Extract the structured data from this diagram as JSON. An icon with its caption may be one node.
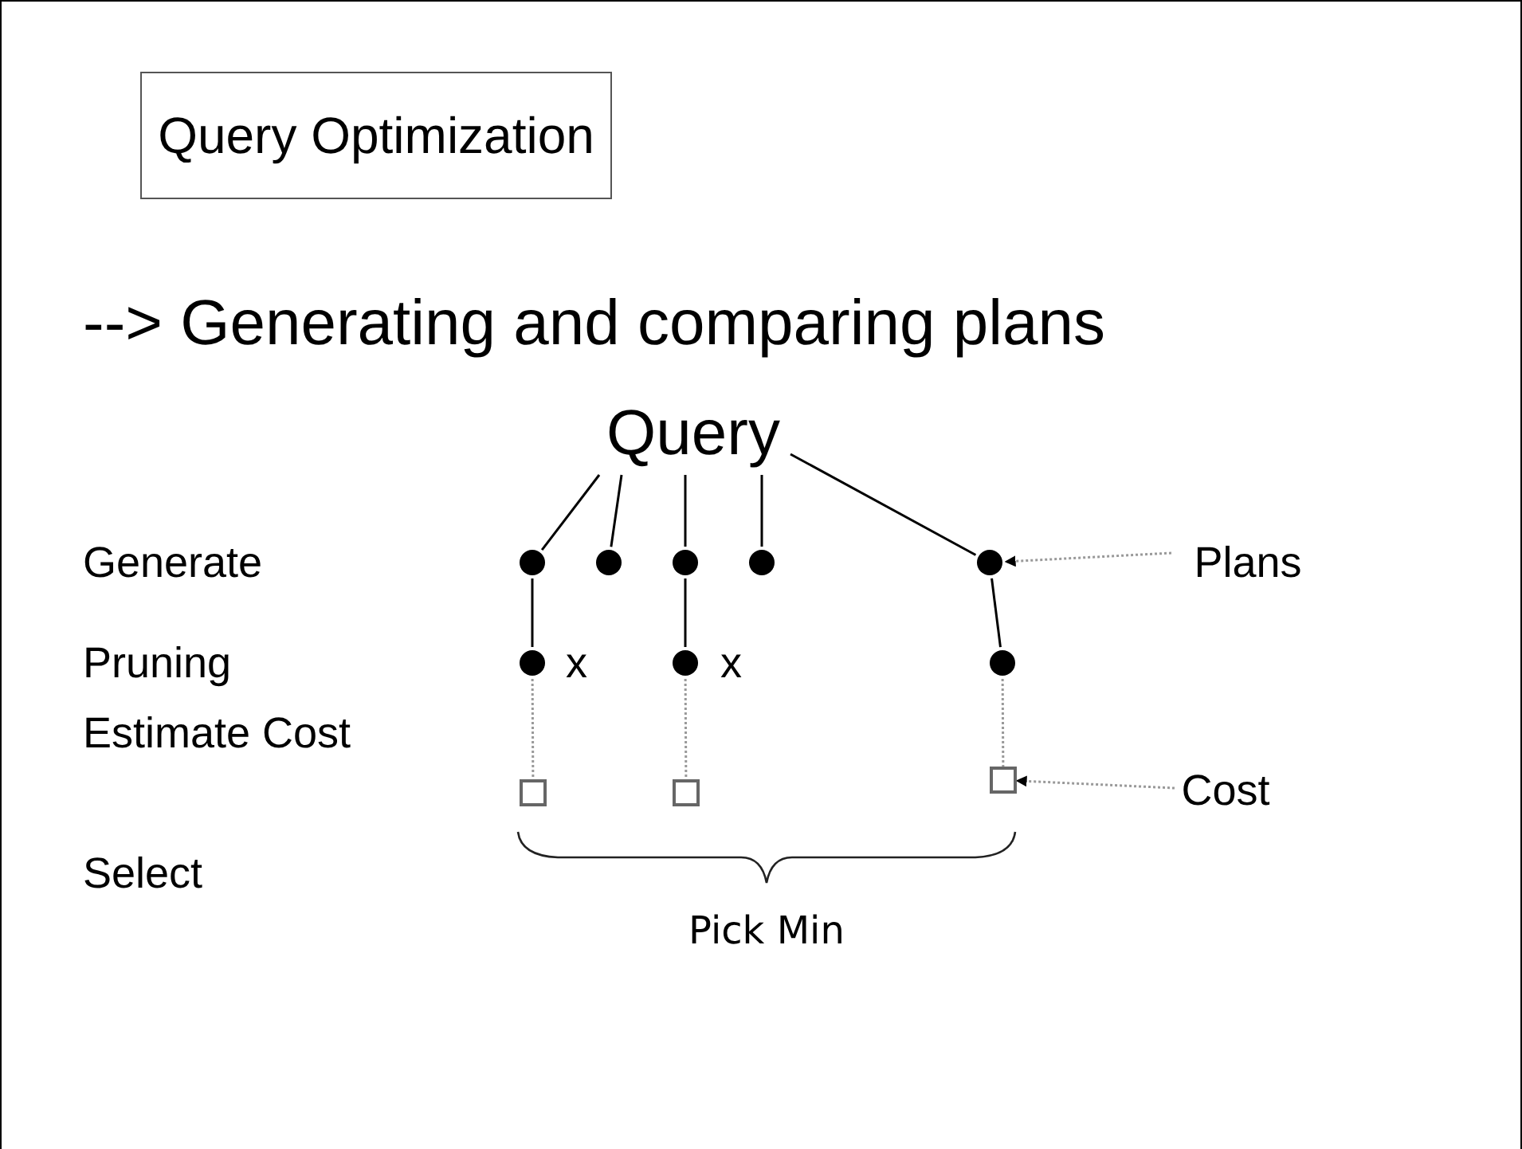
{
  "diagram": {
    "title": "Query Optimization",
    "nodes": [
      {
        "text": [
          "Query"
        ]
      },
      {
        "text": [],
        "shape": "circle"
      },
      {
        "text": [],
        "shape": "circle"
      },
      {
        "text": [],
        "shape": "circle"
      },
      {
        "text": [],
        "shape": "circle"
      },
      {
        "text": [],
        "shape": "circle"
      },
      {
        "text": [],
        "shape": "circle"
      },
      {
        "text": [],
        "shape": "circle"
      },
      {
        "text": [],
        "shape": "circle"
      },
      {
        "text": [],
        "shape": "box"
      },
      {
        "text": [],
        "shape": "box"
      },
      {
        "text": [],
        "shape": "box"
      },
      {
        "text": [
          "Plans"
        ]
      },
      {
        "text": [
          "Cost"
        ]
      }
    ],
    "edges": [
      {
        "from": 0,
        "to": 1,
        "arrow": "none"
      },
      {
        "from": 0,
        "to": 2,
        "arrow": "none"
      },
      {
        "from": 0,
        "to": 3,
        "arrow": "none"
      },
      {
        "from": 0,
        "to": 4,
        "arrow": "none"
      },
      {
        "from": 0,
        "to": 5,
        "arrow": "none"
      },
      {
        "from": 1,
        "to": 6,
        "arrow": "none"
      },
      {
        "from": 3,
        "to": 7,
        "arrow": "none"
      },
      {
        "from": 5,
        "to": 8,
        "arrow": "none"
      },
      {
        "from": 6,
        "to": 9,
        "arrow": "none",
        "style": "dashed",
        "color": "#999999"
      },
      {
        "from": 7,
        "to": 10,
        "arrow": "none",
        "style": "dashed",
        "color": "#999999"
      },
      {
        "from": 8,
        "to": 11,
        "arrow": "none",
        "style": "dashed",
        "color": "#999999"
      },
      {
        "from": 12,
        "to": 5,
        "arrow": "to",
        "style": "dashed",
        "color": "#999999"
      },
      {
        "from": 13,
        "to": 11,
        "arrow": "to",
        "style": "dashed",
        "color": "#999999"
      }
    ],
    "labels": [
      "--> Generating and comparing plans",
      "Generate",
      "Pruning",
      "Estimate Cost",
      "Select",
      "x",
      "x",
      "Pick Min"
    ]
  }
}
